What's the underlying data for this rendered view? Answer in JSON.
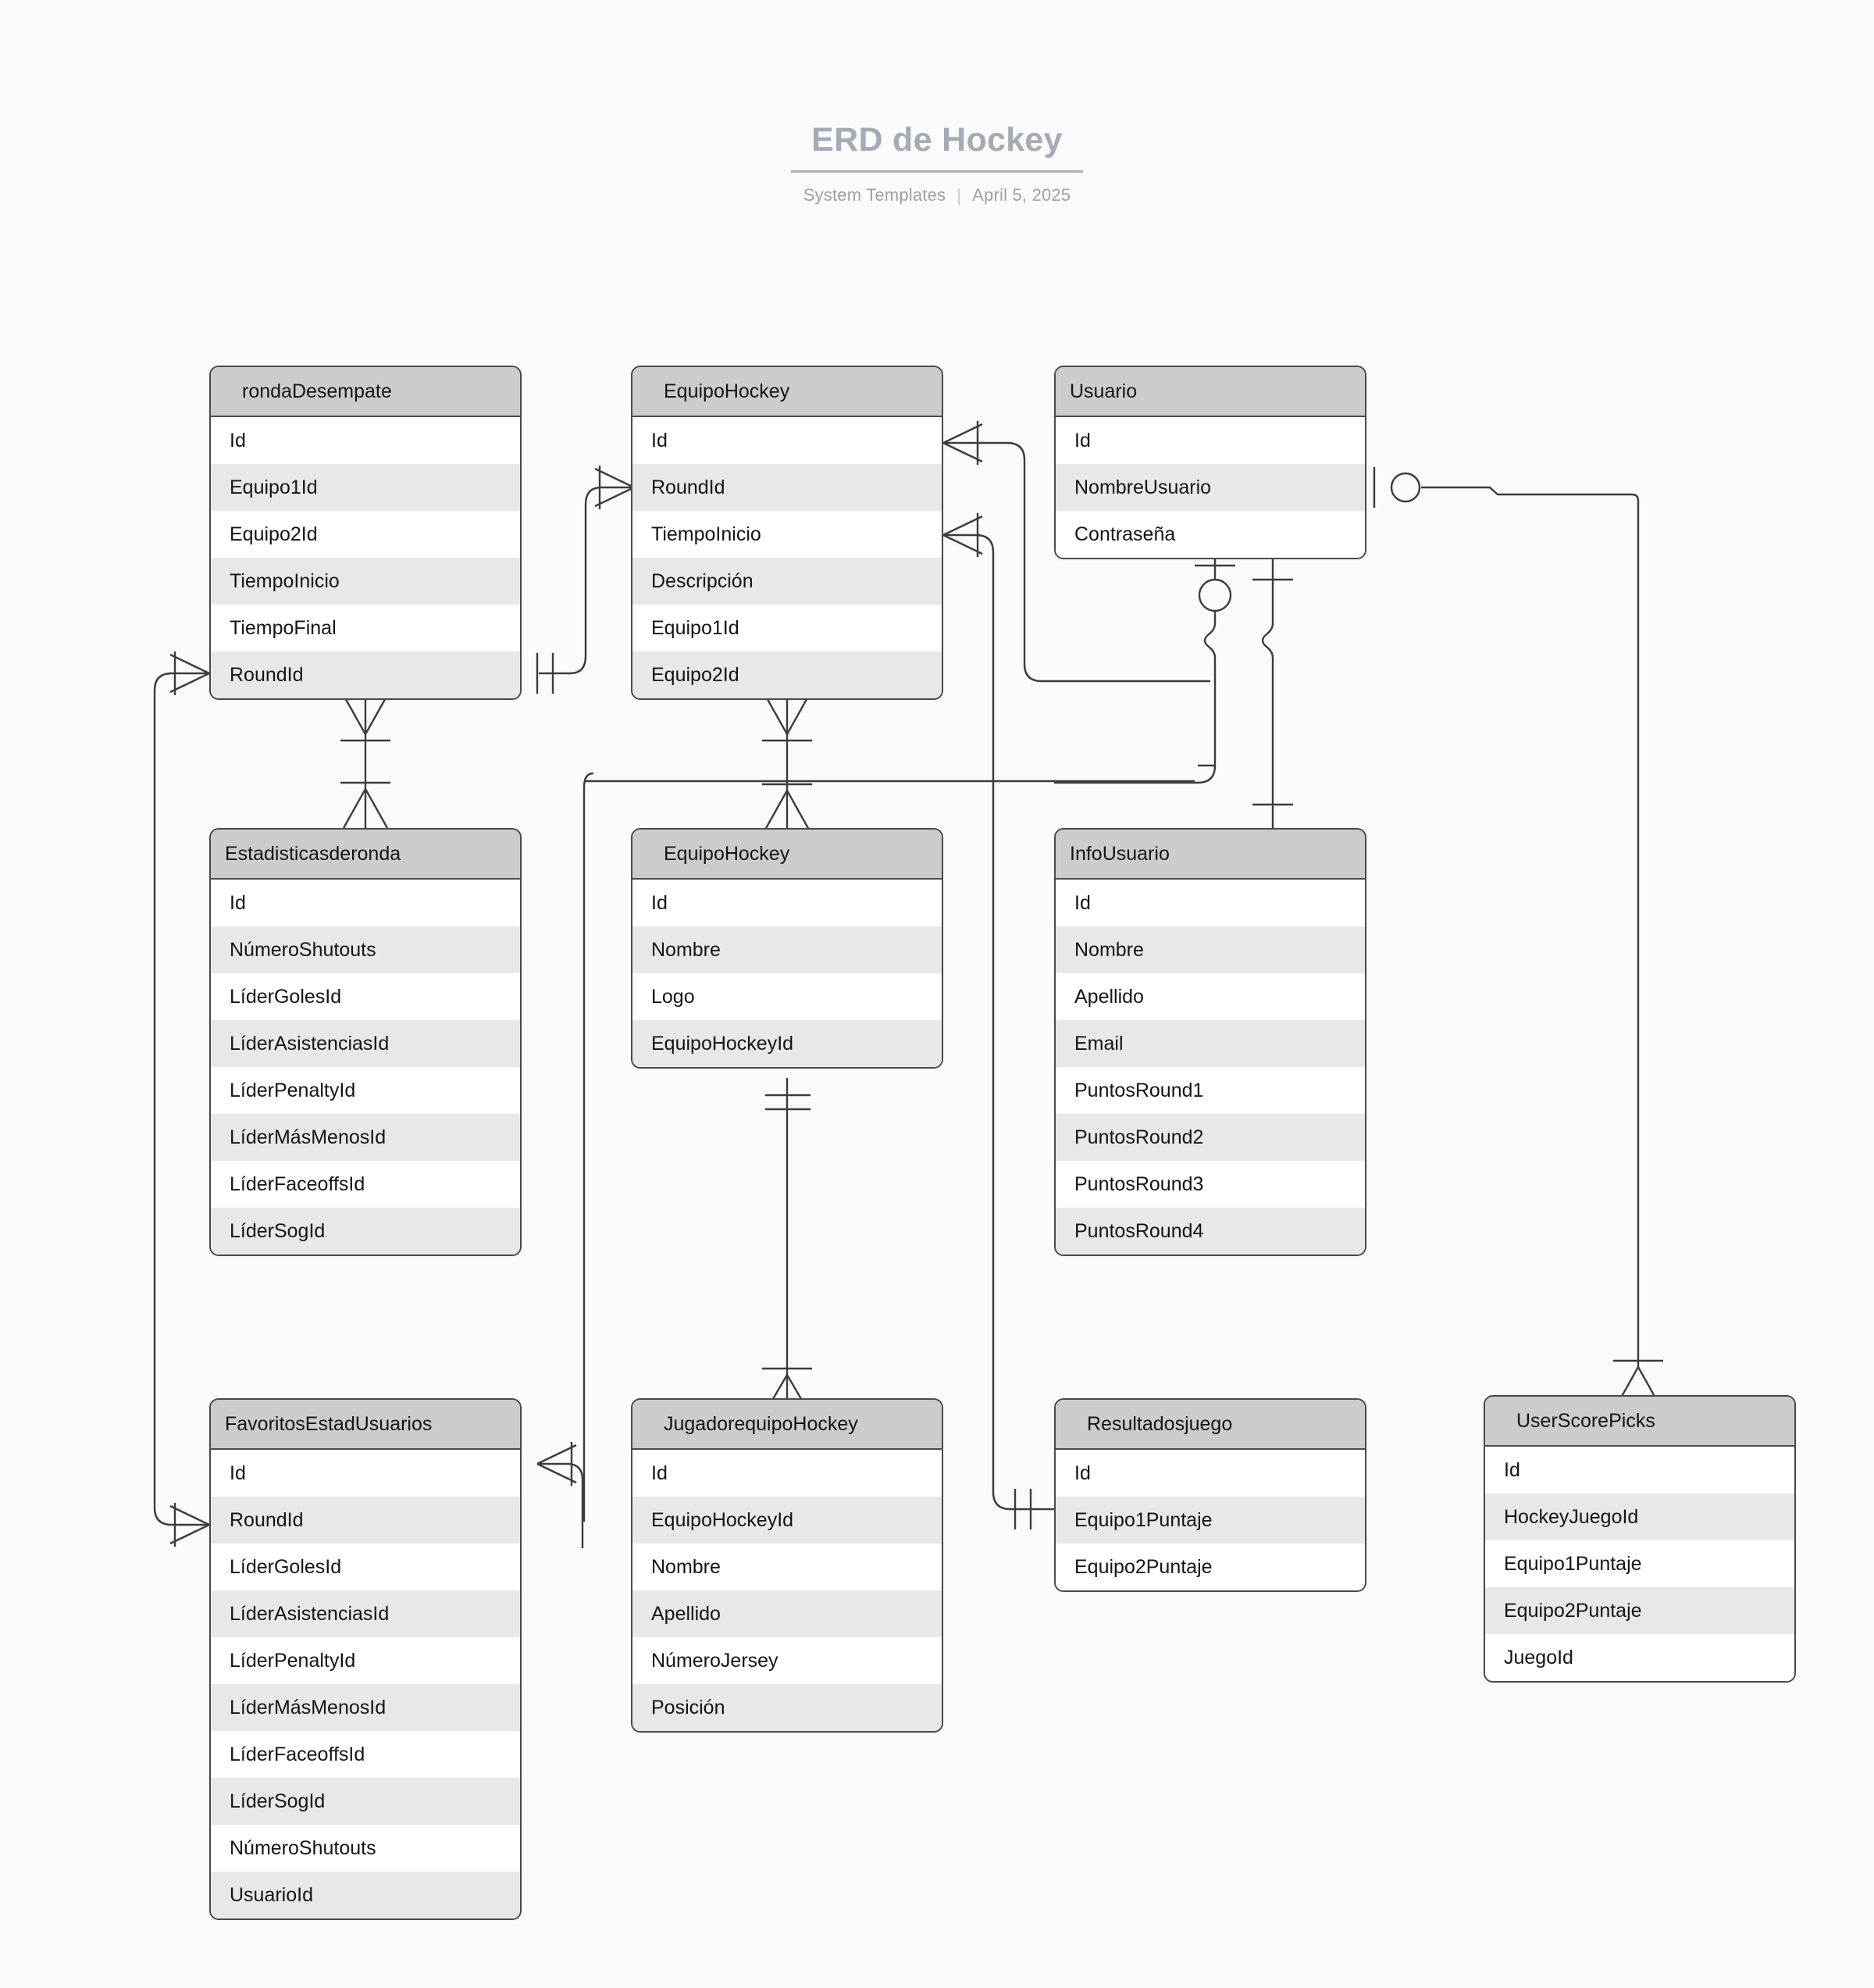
{
  "header": {
    "title": "ERD de Hockey",
    "source": "System Templates",
    "separator": "|",
    "date": "April 5, 2025"
  },
  "diagram": {
    "type": "entity-relationship-diagram",
    "notation": "crow's foot",
    "colors": {
      "background": "#fbfbfb",
      "entity_header": "#cccccc",
      "row_alt": "#e8e8e8",
      "row_base": "#ffffff",
      "border": "#4a4a4a",
      "title_text": "#a3abb8",
      "subtitle_text": "#9aa2ae"
    },
    "entities": [
      {
        "id": "rondaDesempate",
        "name": "rondaDesempate",
        "attributes": [
          "Id",
          "Equipo1Id",
          "Equipo2Id",
          "TiempoInicio",
          "TiempoFinal",
          "RoundId"
        ]
      },
      {
        "id": "EquipoHockeyTop",
        "name": "EquipoHockey",
        "attributes": [
          "Id",
          "RoundId",
          "TiempoInicio",
          "Descripción",
          "Equipo1Id",
          "Equipo2Id"
        ]
      },
      {
        "id": "Usuario",
        "name": "Usuario",
        "attributes": [
          "Id",
          "NombreUsuario",
          "Contraseña"
        ]
      },
      {
        "id": "Estadisticasderonda",
        "name": "Estadisticasderonda",
        "attributes": [
          "Id",
          "NúmeroShutouts",
          "LíderGolesId",
          "LíderAsistenciasId",
          "LíderPenaltyId",
          "LíderMásMenosId",
          "LíderFaceoffsId",
          "LíderSogId"
        ]
      },
      {
        "id": "EquipoHockeyMid",
        "name": "EquipoHockey",
        "attributes": [
          "Id",
          "Nombre",
          "Logo",
          "EquipoHockeyId"
        ]
      },
      {
        "id": "InfoUsuario",
        "name": "InfoUsuario",
        "attributes": [
          "Id",
          "Nombre",
          "Apellido",
          "Email",
          "PuntosRound1",
          "PuntosRound2",
          "PuntosRound3",
          "PuntosRound4"
        ]
      },
      {
        "id": "FavoritosEstadUsuarios",
        "name": "FavoritosEstadUsuarios",
        "attributes": [
          "Id",
          "RoundId",
          "LíderGolesId",
          "LíderAsistenciasId",
          "LíderPenaltyId",
          "LíderMásMenosId",
          "LíderFaceoffsId",
          "LíderSogId",
          "NúmeroShutouts",
          "UsuarioId"
        ]
      },
      {
        "id": "JugadorequipoHockey",
        "name": "JugadorequipoHockey",
        "attributes": [
          "Id",
          "EquipoHockeyId",
          "Nombre",
          "Apellido",
          "NúmeroJersey",
          "Posición"
        ]
      },
      {
        "id": "Resultadosjuego",
        "name": "Resultadosjuego",
        "attributes": [
          "Id",
          "Equipo1Puntaje",
          "Equipo2Puntaje"
        ]
      },
      {
        "id": "UserScorePicks",
        "name": "UserScorePicks",
        "attributes": [
          "Id",
          "HockeyJuegoId",
          "Equipo1Puntaje",
          "Equipo2Puntaje",
          "JuegoId"
        ]
      }
    ],
    "relationships": [
      {
        "from": "EquipoHockeyTop.RoundId",
        "to": "rondaDesempate.RoundId",
        "from_card": "many",
        "to_card": "one-and-only-one"
      },
      {
        "from": "rondaDesempate.RoundId",
        "to": "FavoritosEstadUsuarios.RoundId",
        "from_card": "many",
        "to_card": "many"
      },
      {
        "from": "rondaDesempate",
        "to": "Estadisticasderonda",
        "from_card": "many",
        "to_card": "many"
      },
      {
        "from": "EquipoHockeyTop",
        "to": "EquipoHockeyMid",
        "from_card": "many",
        "to_card": "many"
      },
      {
        "from": "EquipoHockeyTop.Id",
        "to": "Usuario",
        "from_card": "many",
        "to_card": "one"
      },
      {
        "from": "EquipoHockeyTop.TiempoInicio",
        "to": "Resultadosjuego.Id",
        "from_card": "many",
        "to_card": "one-and-only-one"
      },
      {
        "from": "Usuario.NombreUsuario",
        "to": "UserScorePicks",
        "from_card": "zero-or-one",
        "to_card": "many"
      },
      {
        "from": "Usuario",
        "to": "InfoUsuario",
        "from_card": "zero-or-one",
        "to_card": "one"
      },
      {
        "from": "EquipoHockeyMid.EquipoHockeyId",
        "to": "JugadorequipoHockey",
        "from_card": "one-and-only-one",
        "to_card": "many"
      },
      {
        "from": "FavoritosEstadUsuarios.Id",
        "to": "JugadorequipoHockey",
        "from_card": "many",
        "to_card": "one"
      }
    ]
  }
}
